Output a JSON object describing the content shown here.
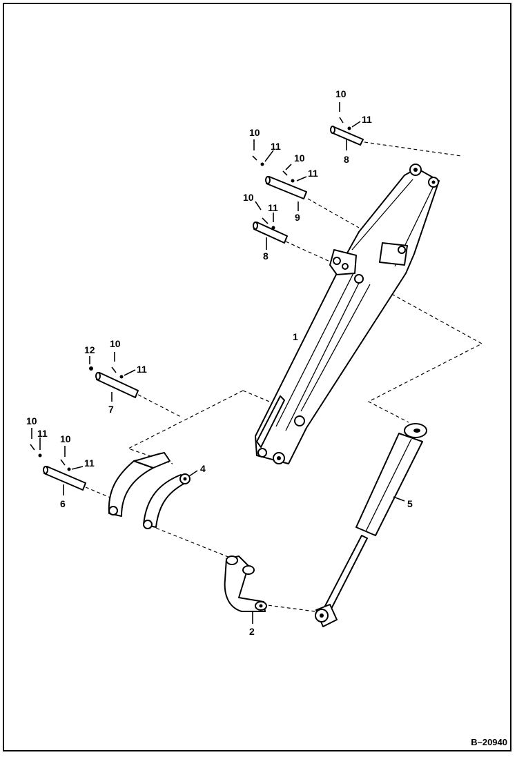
{
  "figure_id": "B–20940",
  "callouts": [
    {
      "id": "c10a",
      "text": "10"
    },
    {
      "id": "c11a",
      "text": "11"
    },
    {
      "id": "c8a",
      "text": "8"
    },
    {
      "id": "c10b",
      "text": "10"
    },
    {
      "id": "c11b",
      "text": "11"
    },
    {
      "id": "c10c",
      "text": "10"
    },
    {
      "id": "c11c",
      "text": "11"
    },
    {
      "id": "c9",
      "text": "9"
    },
    {
      "id": "c10d",
      "text": "10"
    },
    {
      "id": "c11d",
      "text": "11"
    },
    {
      "id": "c8b",
      "text": "8"
    },
    {
      "id": "c1",
      "text": "1"
    },
    {
      "id": "c12",
      "text": "12"
    },
    {
      "id": "c10e",
      "text": "10"
    },
    {
      "id": "c11e",
      "text": "11"
    },
    {
      "id": "c7",
      "text": "7"
    },
    {
      "id": "c10f",
      "text": "10"
    },
    {
      "id": "c11f",
      "text": "11"
    },
    {
      "id": "c10g",
      "text": "10"
    },
    {
      "id": "c11g",
      "text": "11"
    },
    {
      "id": "c6",
      "text": "6"
    },
    {
      "id": "c4",
      "text": "4"
    },
    {
      "id": "c5",
      "text": "5"
    },
    {
      "id": "c2",
      "text": "2"
    }
  ]
}
